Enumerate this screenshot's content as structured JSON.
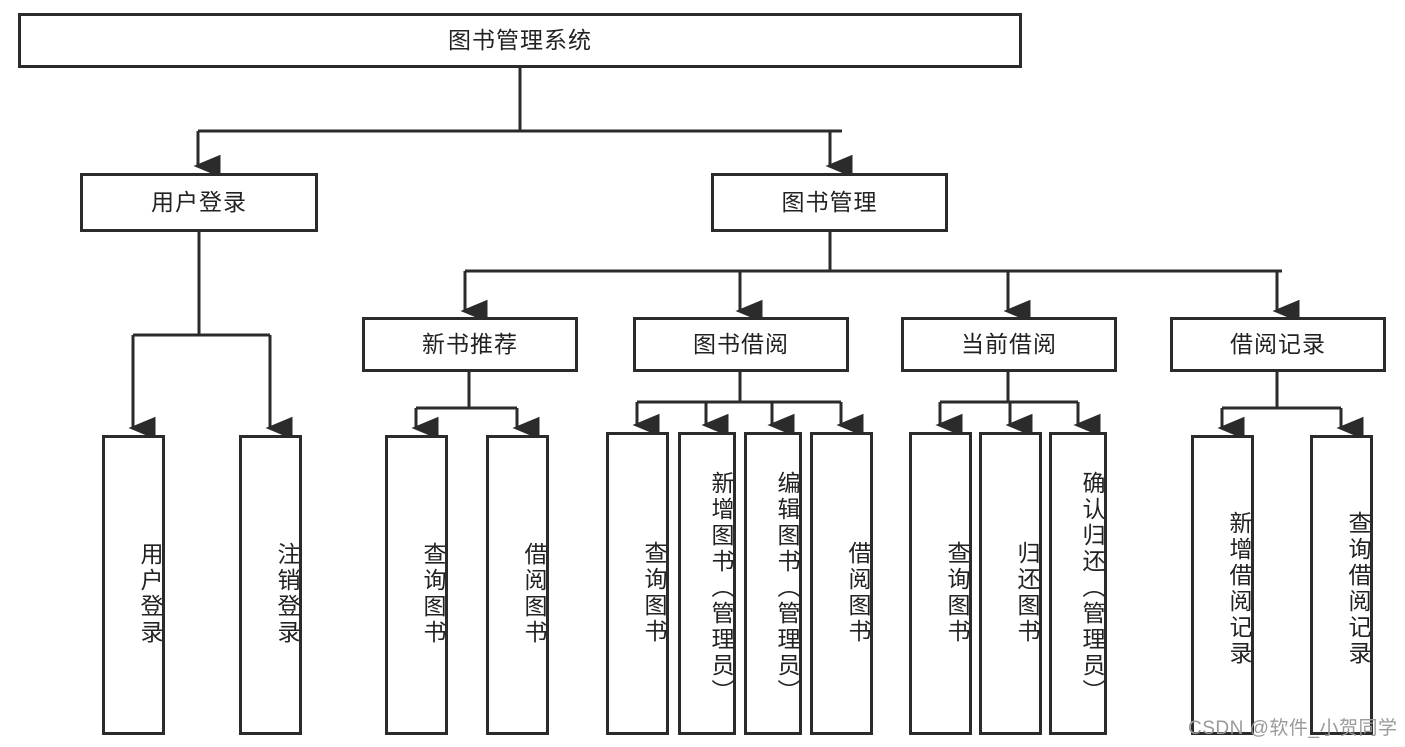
{
  "diagram": {
    "title": "图书管理系统",
    "type": "tree",
    "watermark": "CSDN @软件_小贺同学",
    "stroke_color": "#2b2b2b",
    "text_color": "#222222",
    "background_color": "#ffffff",
    "nodes": {
      "root": {
        "label": "图书管理系统"
      },
      "level2": [
        {
          "label": "用户登录"
        },
        {
          "label": "图书管理"
        }
      ],
      "level3": [
        {
          "label": "新书推荐"
        },
        {
          "label": "图书借阅"
        },
        {
          "label": "当前借阅"
        },
        {
          "label": "借阅记录"
        }
      ],
      "leaves": {
        "user_login": [
          {
            "label": "用户登录"
          },
          {
            "label": "注销登录"
          }
        ],
        "new_book_recommend": [
          {
            "label": "查询图书"
          },
          {
            "label": "借阅图书"
          }
        ],
        "book_borrow": [
          {
            "label": "查询图书"
          },
          {
            "label": "新增图书（管理员）"
          },
          {
            "label": "编辑图书（管理员）"
          },
          {
            "label": "借阅图书"
          }
        ],
        "current_borrow": [
          {
            "label": "查询图书"
          },
          {
            "label": "归还图书"
          },
          {
            "label": "确认归还（管理员）"
          }
        ],
        "borrow_records": [
          {
            "label": "新增借阅记录"
          },
          {
            "label": "查询借阅记录"
          }
        ]
      }
    }
  }
}
